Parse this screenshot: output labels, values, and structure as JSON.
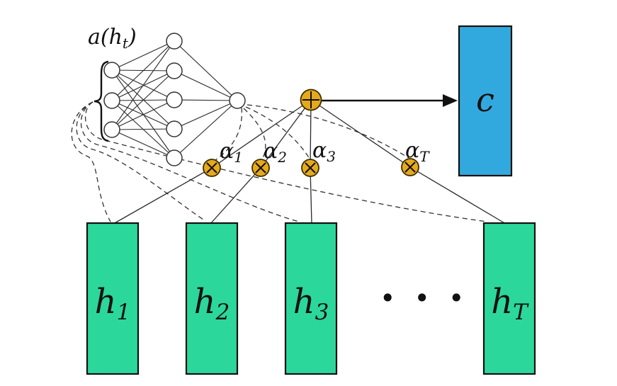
{
  "colors": {
    "gold": "#e6a91c",
    "gold_stroke": "#3a2d00",
    "blue": "#32a9de",
    "green": "#2cd79c",
    "node_fill": "#ffffff",
    "line": "#2a2a2a",
    "box_stroke": "#111111"
  },
  "network": {
    "label": {
      "func": "a(h",
      "sub": "t",
      "close": ")"
    }
  },
  "sum_node": {
    "symbol": "+"
  },
  "context": {
    "label": "c"
  },
  "attention_weights": [
    {
      "base": "α",
      "sub": "1"
    },
    {
      "base": "α",
      "sub": "2"
    },
    {
      "base": "α",
      "sub": "3"
    },
    {
      "base": "α",
      "sub": "T"
    }
  ],
  "multiply_nodes": {
    "symbol": "×",
    "count": 4
  },
  "hidden_states": [
    {
      "base": "h",
      "sub": "1"
    },
    {
      "base": "h",
      "sub": "2"
    },
    {
      "base": "h",
      "sub": "3"
    },
    {
      "base": "h",
      "sub": "T"
    }
  ],
  "ellipsis": "• • •"
}
